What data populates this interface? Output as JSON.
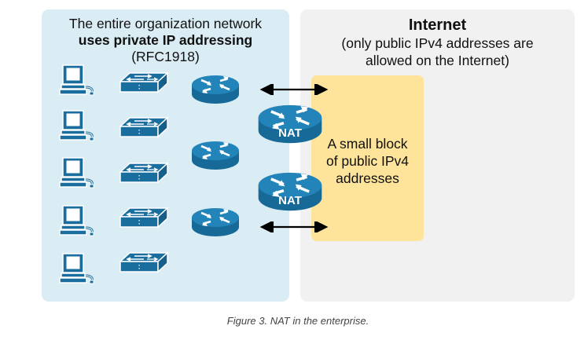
{
  "colors": {
    "private_panel": "#dbedf4",
    "internet_panel": "#f1f1f1",
    "public_block": "#fde49a",
    "device_blue": "#1a6e9e"
  },
  "private_network": {
    "line1": "The entire organization network",
    "line2": "uses private IP addressing",
    "line3": "(RFC1918)",
    "pc_count": 5,
    "switch_count": 5,
    "router_count": 3
  },
  "internet": {
    "title": "Internet",
    "subtitle_line1": "(only public IPv4 addresses are",
    "subtitle_line2": "allowed on the Internet)"
  },
  "public_block": {
    "line1": "A small block",
    "line2": "of public IPv4",
    "line3": "addresses"
  },
  "nat_routers": [
    {
      "label": "NAT"
    },
    {
      "label": "NAT"
    }
  ],
  "icons": {
    "pc": "computer-icon",
    "switch": "switch-icon",
    "router": "router-icon",
    "arrow": "double-arrow-icon"
  },
  "caption": "Figure 3. NAT in the enterprise."
}
